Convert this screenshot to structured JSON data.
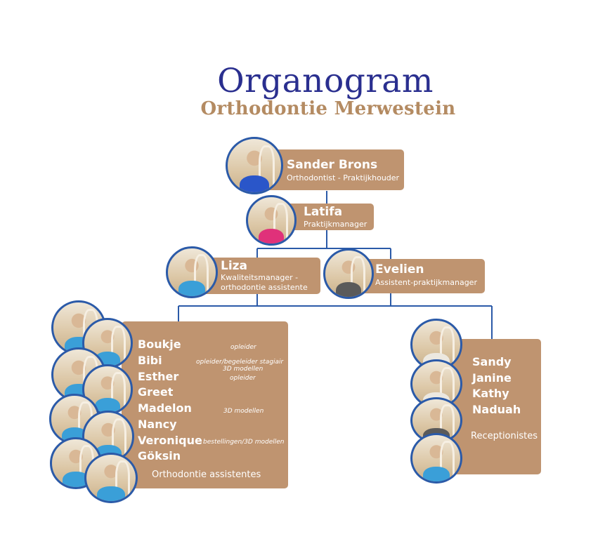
{
  "header": {
    "title": "Organogram",
    "subtitle": "Orthodontie Merwestein"
  },
  "colors": {
    "box": "#bf9470",
    "line": "#2b5aa8",
    "title": "#2a2f8f",
    "subtitle": "#b48b62"
  },
  "owner": {
    "name": "Sander Brons",
    "role": "Orthodontist - Praktijkhouder"
  },
  "manager": {
    "name": "Latifa",
    "role": "Praktijkmanager"
  },
  "quality": {
    "name": "Liza",
    "role_line1": "Kwaliteitsmanager -",
    "role_line2": "orthodontie assistente"
  },
  "assistant_manager": {
    "name": "Evelien",
    "role": "Assistent-praktijkmanager"
  },
  "assistants": {
    "members": [
      "Boukje",
      "Bibi",
      "Esther",
      "Greet",
      "Madelon",
      "Nancy",
      "Veronique",
      "Göksin"
    ],
    "notes": {
      "boukje": "opleider",
      "bibi": "opleider/begeleider stagiair",
      "bibi2": "3D modellen",
      "esther": "opleider",
      "madelon": "3D modellen",
      "veronique": "bestellingen/3D modellen"
    },
    "label": "Orthodontie assistentes"
  },
  "reception": {
    "members": [
      "Sandy",
      "Janine",
      "Kathy",
      "Naduah"
    ],
    "label": "Receptionistes"
  }
}
